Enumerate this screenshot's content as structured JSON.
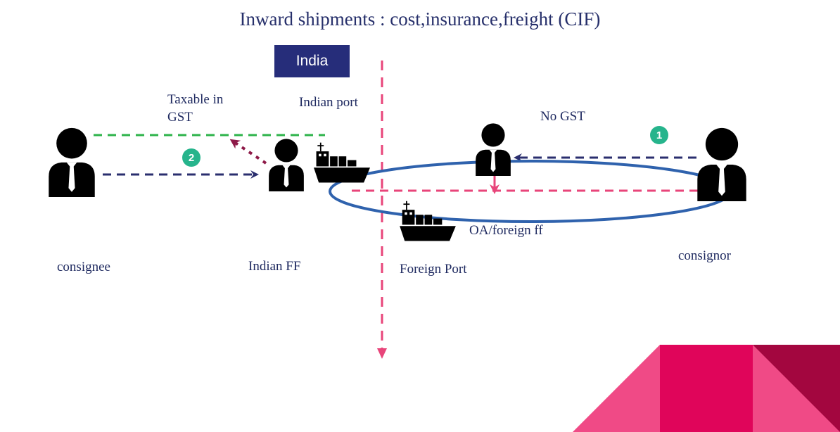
{
  "title": "Inward shipments : cost,insurance,freight (CIF)",
  "india_badge": "India",
  "labels": {
    "taxable_in_gst": "Taxable in\nGST",
    "indian_port": "Indian port",
    "no_gst": "No GST",
    "oa_foreign_ff": "OA/foreign ff",
    "consignee": "consignee",
    "indian_ff": "Indian FF",
    "foreign_port": "Foreign Port",
    "consignor": "consignor"
  },
  "steps": [
    "1",
    "2"
  ],
  "icons": [
    "person-icon",
    "ship-icon"
  ],
  "colors": {
    "title_text": "#27306b",
    "badge_bg": "#262d7a",
    "green_dash": "#2db34a",
    "navy_dash": "#2a2e6e",
    "pink_dash": "#e8457a",
    "maroon_dash": "#8e1a48",
    "ellipse": "#2f62ad",
    "step_badge": "#26b48c",
    "corner_pink": "#f04a86",
    "corner_magenta": "#e0055a",
    "corner_maroon": "#a3063f"
  }
}
